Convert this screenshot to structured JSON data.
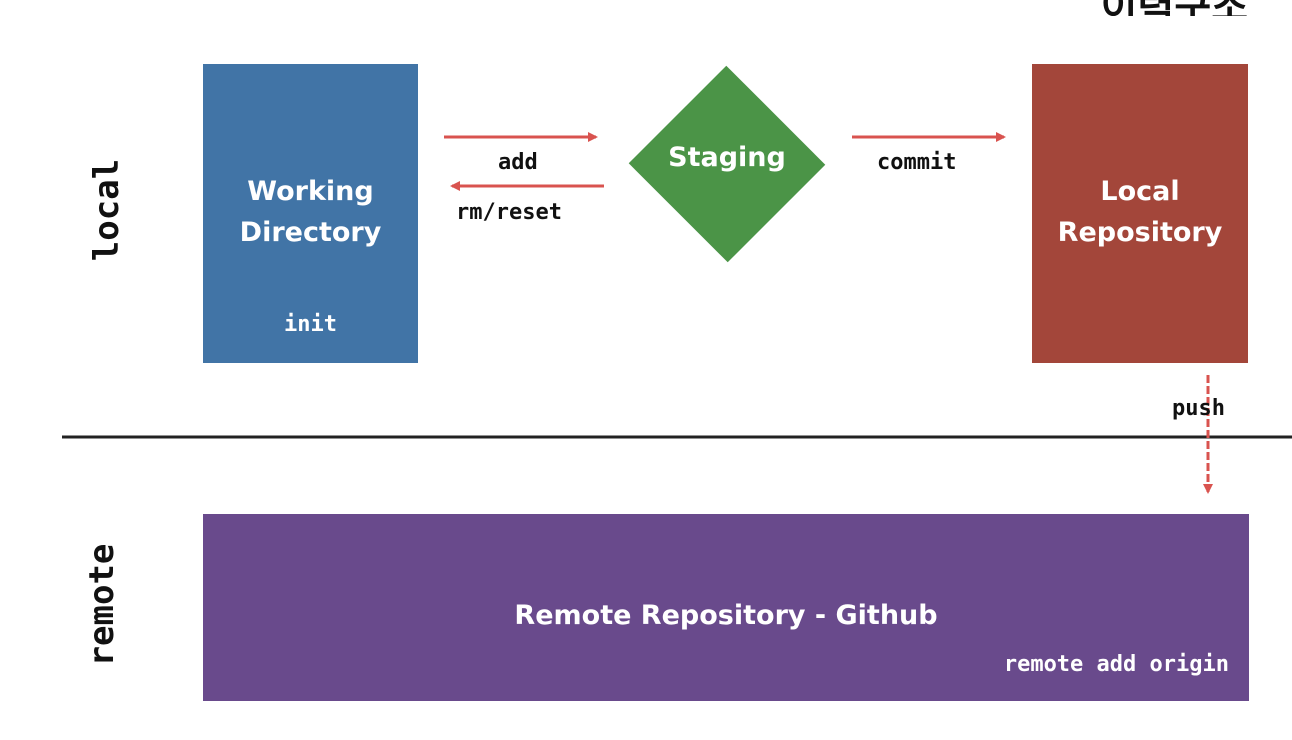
{
  "title_fragment": "이력구조",
  "sections": {
    "local_label": "local",
    "remote_label": "remote"
  },
  "boxes": {
    "working_directory": {
      "title": "Working\nDirectory",
      "command": "init",
      "color": "#4174a6"
    },
    "staging": {
      "title": "Staging",
      "color": "#4b9447"
    },
    "local_repository": {
      "title": "Local\nRepository",
      "color": "#a3463a"
    },
    "remote_repository": {
      "title": "Remote Repository - Github",
      "command": "remote add origin",
      "color": "#694a8c"
    }
  },
  "arrows": {
    "add": "add",
    "rm_reset": "rm/reset",
    "commit": "commit",
    "push": "push",
    "color": "#d9534f"
  },
  "divider_color": "#222222"
}
